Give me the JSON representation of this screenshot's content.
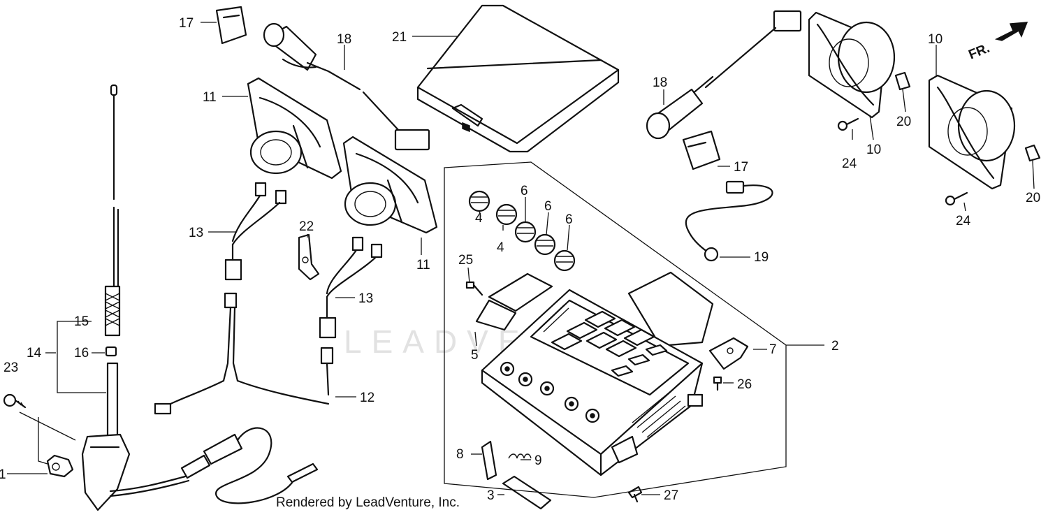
{
  "diagram": {
    "watermark": "LEADVENTURE",
    "credit": "Rendered by LeadVenture, Inc.",
    "direction_label": "FR.",
    "callouts": [
      "1",
      "2",
      "3",
      "4",
      "4",
      "5",
      "6",
      "6",
      "6",
      "7",
      "8",
      "9",
      "10",
      "10",
      "11",
      "11",
      "12",
      "13",
      "13",
      "14",
      "15",
      "16",
      "17",
      "17",
      "18",
      "18",
      "19",
      "20",
      "20",
      "21",
      "22",
      "23",
      "24",
      "24",
      "25",
      "26",
      "27"
    ]
  }
}
